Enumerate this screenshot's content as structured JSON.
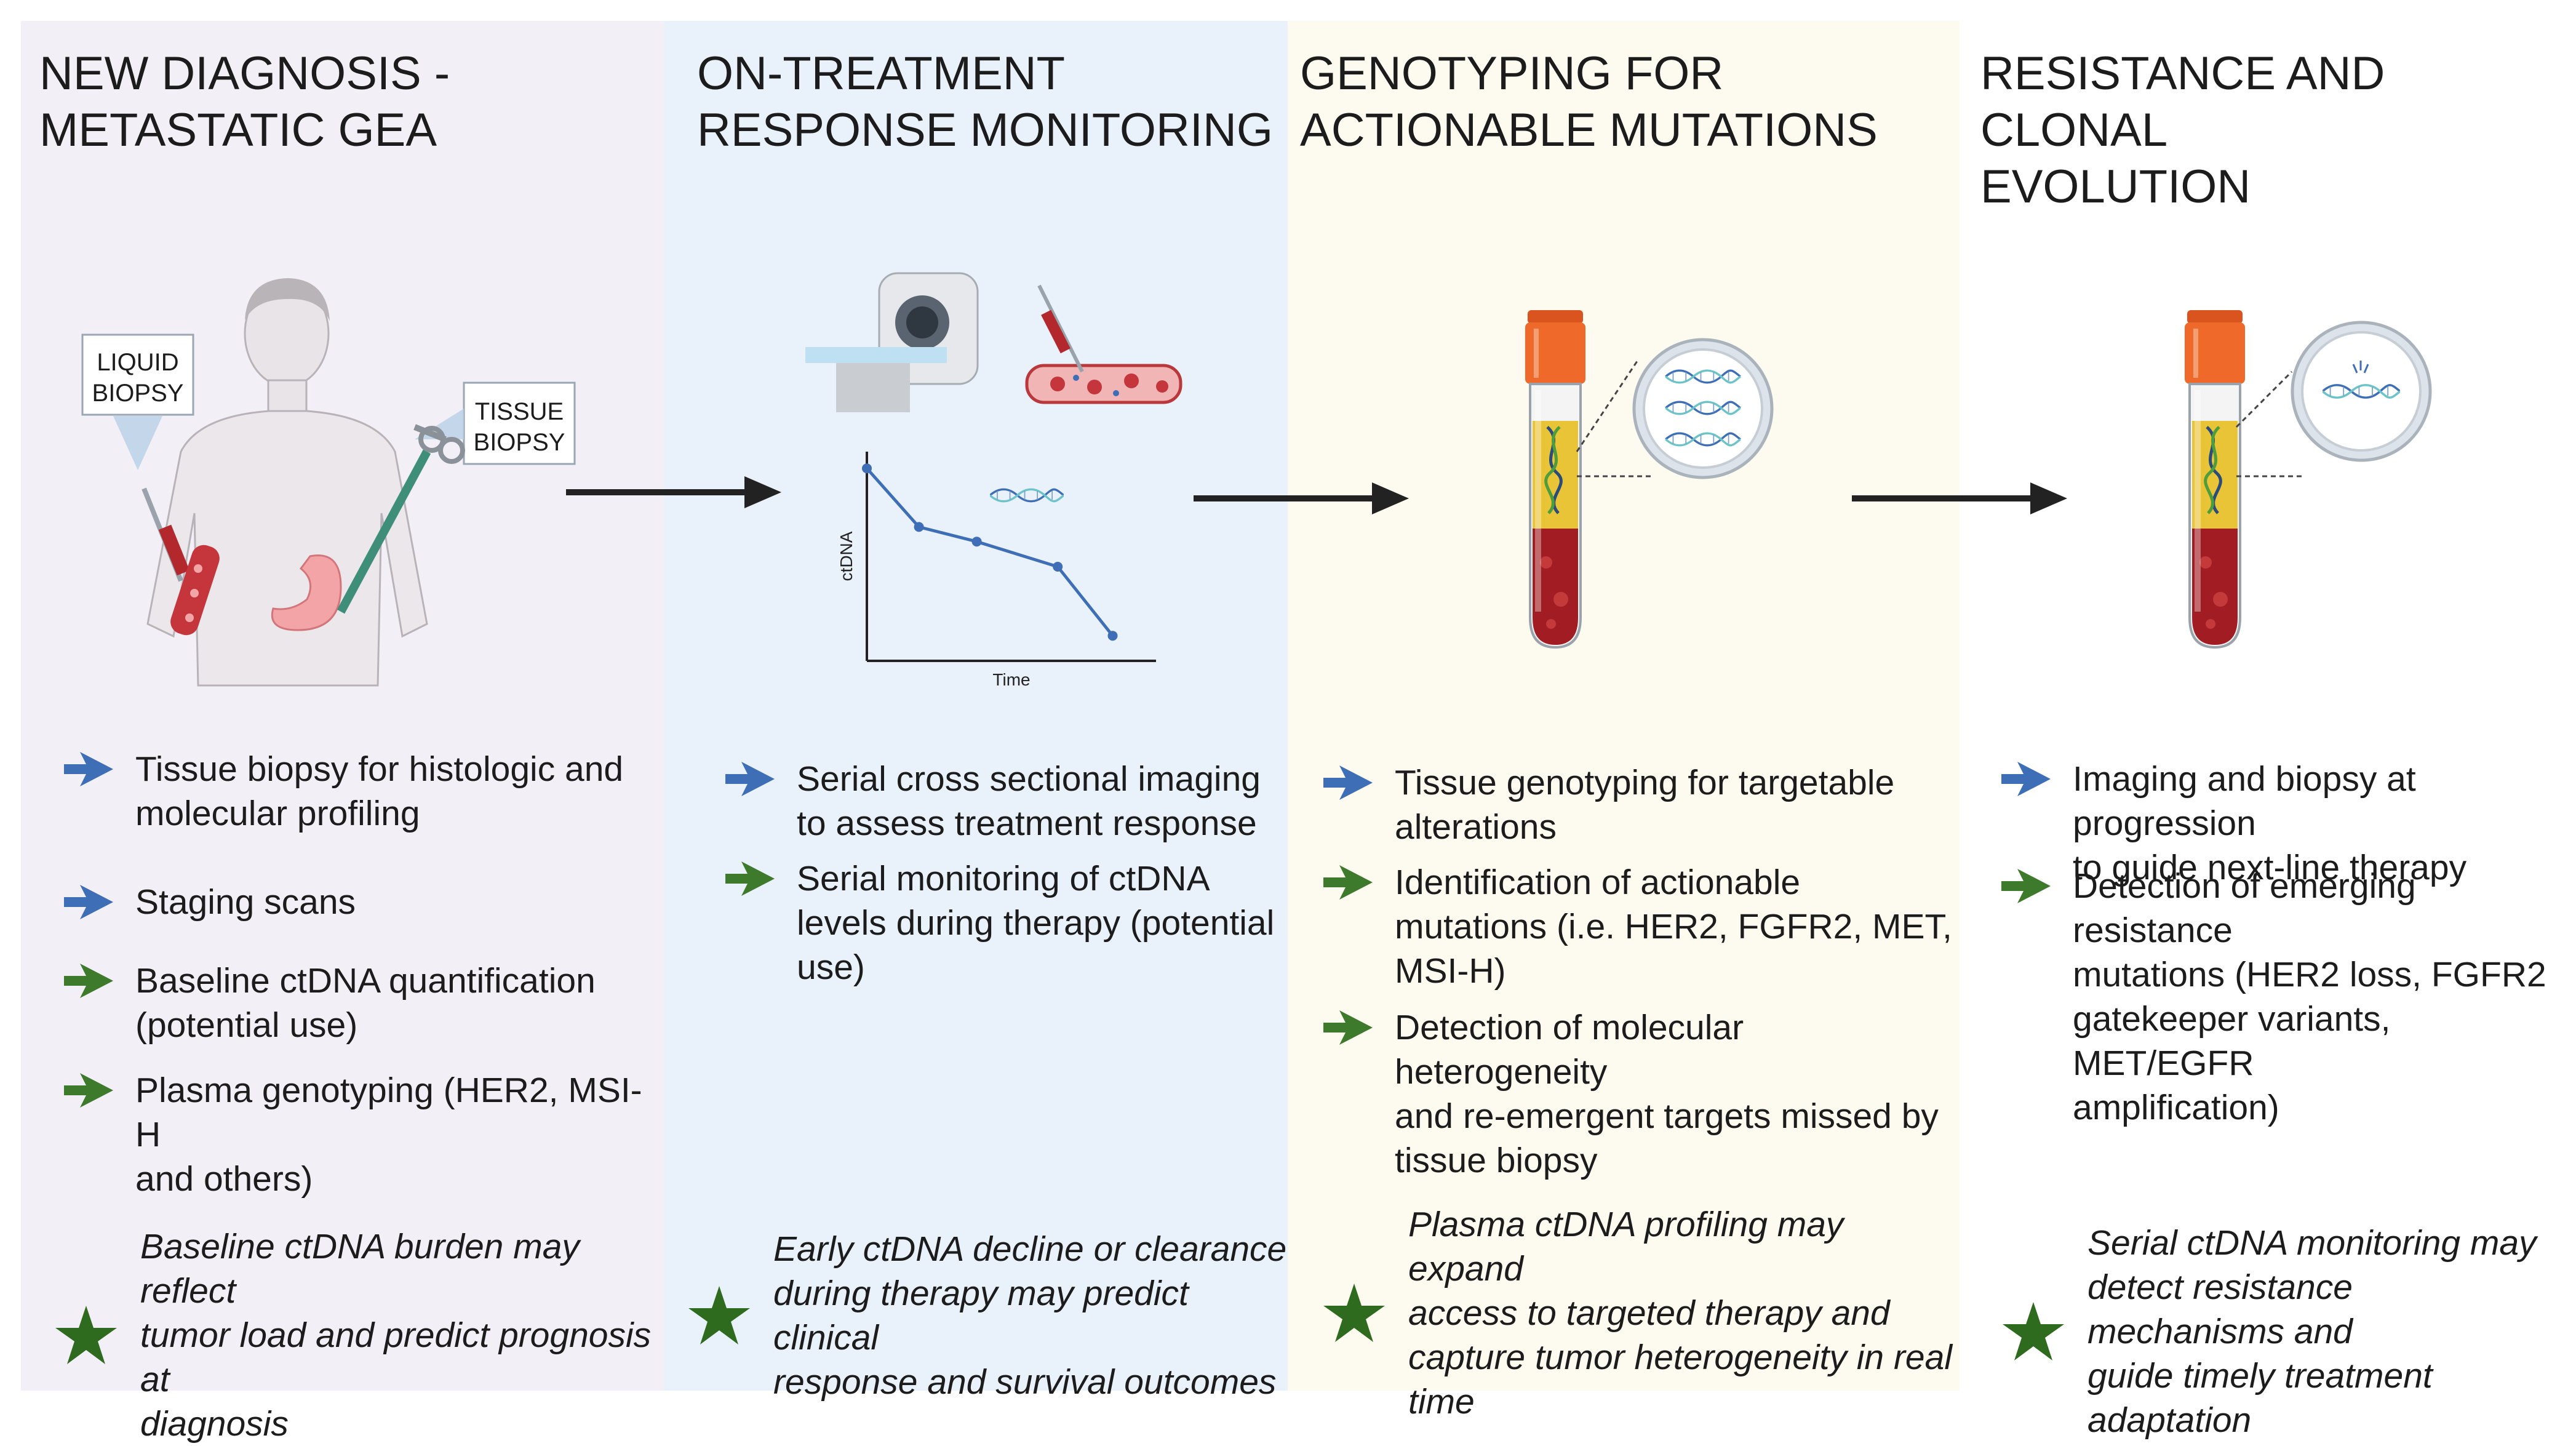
{
  "colors": {
    "panel_1": "#f3eff6",
    "panel_2": "#e9f1fa",
    "panel_3": "#fdfaef",
    "panel_4": "#ffffff",
    "blue_arrow": "#3e6fb6",
    "green_arrow": "#3d7a2b",
    "star": "#2e6b1f"
  },
  "panels": [
    {
      "title": "NEW DIAGNOSIS -\nMETASTATIC GEA",
      "labels": {
        "liquid": "LIQUID\nBIOPSY",
        "tissue": "TISSUE\nBIOPSY"
      },
      "bullets": [
        {
          "icon": "blue-arrow-icon",
          "text": "Tissue biopsy for histologic and\nmolecular profiling"
        },
        {
          "icon": "blue-arrow-icon",
          "text": "Staging scans"
        },
        {
          "icon": "green-arrow-icon",
          "text": "Baseline ctDNA quantification\n(potential use)"
        },
        {
          "icon": "green-arrow-icon",
          "text": "Plasma genotyping (HER2, MSI-H\nand others)"
        }
      ],
      "note": "Baseline ctDNA burden may reflect\ntumor load and predict prognosis at\ndiagnosis"
    },
    {
      "title": "ON-TREATMENT\nRESPONSE MONITORING",
      "chart": {
        "ylabel": "ctDNA",
        "xlabel": "Time"
      },
      "bullets": [
        {
          "icon": "blue-arrow-icon",
          "text": "Serial cross sectional imaging\nto assess treatment response"
        },
        {
          "icon": "green-arrow-icon",
          "text": "Serial monitoring of ctDNA\nlevels during therapy (potential\nuse)"
        }
      ],
      "note": "Early ctDNA decline or clearance\nduring therapy may predict clinical\nresponse and survival outcomes"
    },
    {
      "title": "GENOTYPING FOR\nACTIONABLE MUTATIONS",
      "bullets": [
        {
          "icon": "blue-arrow-icon",
          "text": "Tissue genotyping for targetable\nalterations"
        },
        {
          "icon": "green-arrow-icon",
          "text": "Identification of actionable\nmutations (i.e. HER2, FGFR2, MET,\nMSI-H)"
        },
        {
          "icon": "green-arrow-icon",
          "text": "Detection of molecular heterogeneity\nand re-emergent targets missed by\ntissue biopsy"
        }
      ],
      "note": "Plasma ctDNA profiling may expand\naccess to targeted therapy and\ncapture tumor heterogeneity in real\ntime"
    },
    {
      "title": "RESISTANCE AND CLONAL\nEVOLUTION",
      "bullets": [
        {
          "icon": "blue-arrow-icon",
          "text": "Imaging and biopsy at progression\nto guide next-line therapy"
        },
        {
          "icon": "green-arrow-icon",
          "text": "Detection of emerging resistance\nmutations (HER2 loss, FGFR2\ngatekeeper variants, MET/EGFR\namplification)"
        }
      ],
      "note": "Serial ctDNA monitoring may\ndetect resistance mechanisms and\nguide timely treatment adaptation"
    }
  ]
}
